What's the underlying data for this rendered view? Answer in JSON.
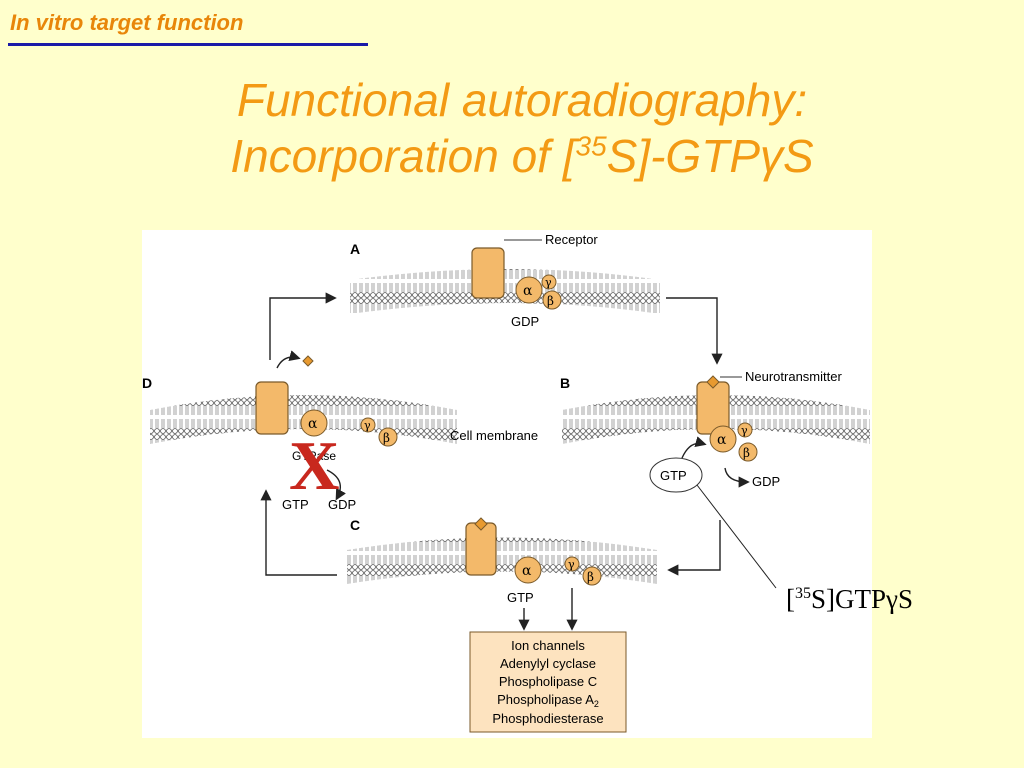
{
  "header": {
    "label": "In vitro target function"
  },
  "title": {
    "line1": "Functional autoradiography:",
    "line2_prefix": "Incorporation of [",
    "line2_sup": "35",
    "line2_suffix": "S]-GTP",
    "line2_greek": "γ",
    "line2_end": "S"
  },
  "diagram": {
    "panel_labels": [
      "A",
      "B",
      "C",
      "D"
    ],
    "receptor_label": "Receptor",
    "neurotransmitter_label": "Neurotransmitter",
    "cell_membrane_label": "Cell membrane",
    "gtpase_label": "GTPase",
    "gdp": "GDP",
    "gtp": "GTP",
    "alpha": "α",
    "beta": "β",
    "gamma": "γ",
    "effectors": [
      "Ion channels",
      "Adenylyl cyclase",
      "Phospholipase C",
      "Phospholipase A",
      "Phosphodiesterase"
    ],
    "effector_subscript": "2",
    "block_mark": "X",
    "colors": {
      "protein": "#f3b96a",
      "outline": "#7a5a2a",
      "effector_box": "#fde3bf",
      "block": "#c8281e"
    }
  },
  "callout": {
    "prefix": "[",
    "sup": "35",
    "suffix": "S]GTP",
    "greek": "γ",
    "end": "S"
  }
}
